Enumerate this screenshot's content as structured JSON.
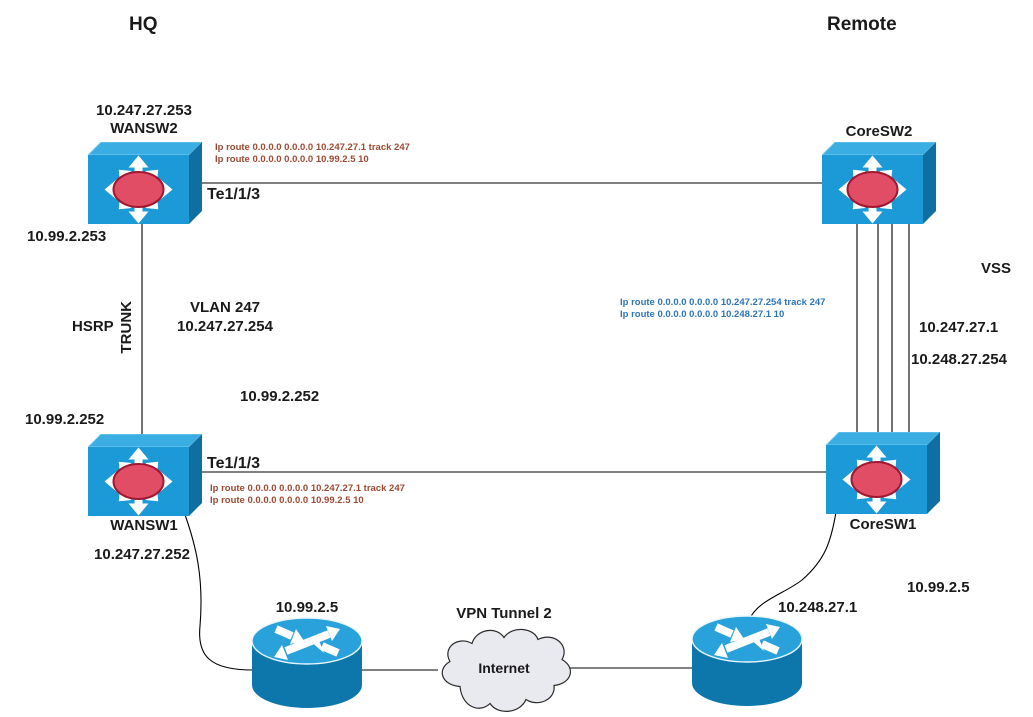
{
  "site_titles": {
    "hq": "HQ",
    "remote": "Remote"
  },
  "devices": {
    "wansw2": {
      "name": "WANSW2",
      "type": "switch",
      "ip_above": "10.247.27.253",
      "ip_left_below": "10.99.2.253"
    },
    "coresw2": {
      "name": "CoreSW2",
      "type": "switch"
    },
    "wansw1": {
      "name": "WANSW1",
      "type": "switch",
      "ip_left_above": "10.99.2.252",
      "ip_below": "10.247.27.252"
    },
    "coresw1": {
      "name": "CoreSW1",
      "type": "switch"
    },
    "router_hq": {
      "type": "router",
      "ip": "10.99.2.5"
    },
    "router_remote": {
      "type": "router",
      "ip": "10.248.27.1"
    }
  },
  "links": {
    "top_link_label": "Te1/1/3",
    "bottom_link_label": "Te1/1/3",
    "trunk_label": "TRUNK",
    "hsrp_label": "HSRP",
    "vlan_label": "VLAN 247",
    "vlan_ip": "10.247.27.254",
    "mid_ip": "10.99.2.252",
    "vss_label": "VSS",
    "vss_ip1": "10.247.27.1",
    "vss_ip2": "10.248.27.254",
    "remote_gw_ip": "10.99.2.5"
  },
  "routes": {
    "wansw2": {
      "line1": "Ip route 0.0.0.0 0.0.0.0 10.247.27.1 track 247",
      "line2": "Ip route 0.0.0.0 0.0.0.0 10.99.2.5 10"
    },
    "wansw1": {
      "line1": "Ip route 0.0.0.0 0.0.0.0 10.247.27.1 track 247",
      "line2": "Ip route 0.0.0.0 0.0.0.0 10.99.2.5 10"
    },
    "core": {
      "line1": "Ip route 0.0.0.0 0.0.0.0 10.247.27.254 track 247",
      "line2": "Ip route 0.0.0.0 0.0.0.0 10.248.27.1 10"
    }
  },
  "cloud": {
    "label": "Internet",
    "caption": "VPN Tunnel 2"
  },
  "colors": {
    "route_hq_text": "#9c4a33",
    "route_remote_text": "#2e74b5",
    "switch_front": "#1b9ad7",
    "switch_top": "#3aade2",
    "switch_side": "#0f6fa2",
    "switch_ellipse": "#e14d64",
    "switch_ellipse_border": "#a01830",
    "router_top": "#29a2dc",
    "router_body": "#0d77ac",
    "cloud_fill": "#e9e9f0",
    "line": "#000000"
  }
}
